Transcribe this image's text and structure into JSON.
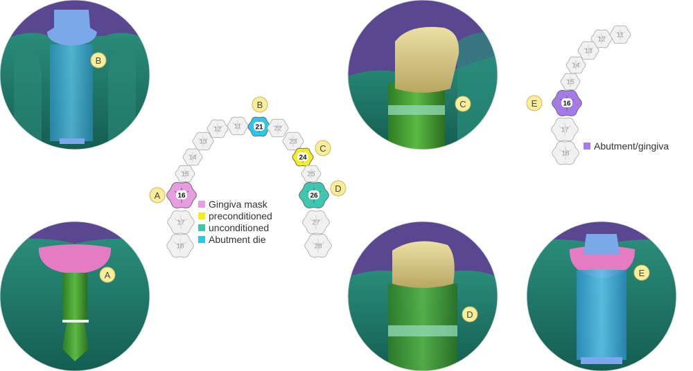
{
  "teeth": {
    "left_chart": [
      {
        "number": "11",
        "state": "none"
      },
      {
        "number": "12",
        "state": "none"
      },
      {
        "number": "13",
        "state": "none"
      },
      {
        "number": "14",
        "state": "none"
      },
      {
        "number": "15",
        "state": "none"
      },
      {
        "number": "16",
        "state": "gingiva_mask"
      },
      {
        "number": "17",
        "state": "none"
      },
      {
        "number": "18",
        "state": "none"
      },
      {
        "number": "21",
        "state": "abutment_die"
      },
      {
        "number": "22",
        "state": "none"
      },
      {
        "number": "23",
        "state": "none"
      },
      {
        "number": "24",
        "state": "preconditioned"
      },
      {
        "number": "25",
        "state": "none"
      },
      {
        "number": "26",
        "state": "unconditioned"
      },
      {
        "number": "27",
        "state": "none"
      },
      {
        "number": "28",
        "state": "none"
      }
    ],
    "right_chart": [
      {
        "number": "11",
        "state": "none"
      },
      {
        "number": "12",
        "state": "none"
      },
      {
        "number": "13",
        "state": "none"
      },
      {
        "number": "14",
        "state": "none"
      },
      {
        "number": "15",
        "state": "none"
      },
      {
        "number": "16",
        "state": "abutment_gingiva"
      },
      {
        "number": "17",
        "state": "none"
      },
      {
        "number": "18",
        "state": "none"
      }
    ]
  },
  "legend_main": [
    {
      "label": "Gingiva mask",
      "color": "#e69ee0"
    },
    {
      "label": "preconditioned",
      "color": "#f5ee1c"
    },
    {
      "label": "unconditioned",
      "color": "#3ec7ae"
    },
    {
      "label": "Abutment die",
      "color": "#2cc6e8"
    }
  ],
  "legend_right": [
    {
      "label": "Abutment/gingiva",
      "color": "#a57be8"
    }
  ],
  "callout_letters": {
    "A": "A",
    "B": "B",
    "C": "C",
    "D": "D",
    "E": "E"
  },
  "colors": {
    "tooth_fill": "#f1f1f1",
    "tooth_stroke": "#b5b5b5",
    "tooth_text": "#9a9a9a",
    "letter_bubble": "#fbee9a",
    "purple_background": "#5a4792",
    "gingiva_green": "#1f7a6a",
    "abutment_blue": "#3aa7d8",
    "crown_gold": "#d8c98a",
    "pink_mask": "#e47bc3"
  },
  "insets": [
    {
      "id": "B",
      "subject": "abutment-die-render"
    },
    {
      "id": "A",
      "subject": "gingiva-mask-render"
    },
    {
      "id": "C",
      "subject": "preconditioned-crown-render"
    },
    {
      "id": "D",
      "subject": "unconditioned-crown-render"
    },
    {
      "id": "E",
      "subject": "abutment-gingiva-render"
    }
  ]
}
